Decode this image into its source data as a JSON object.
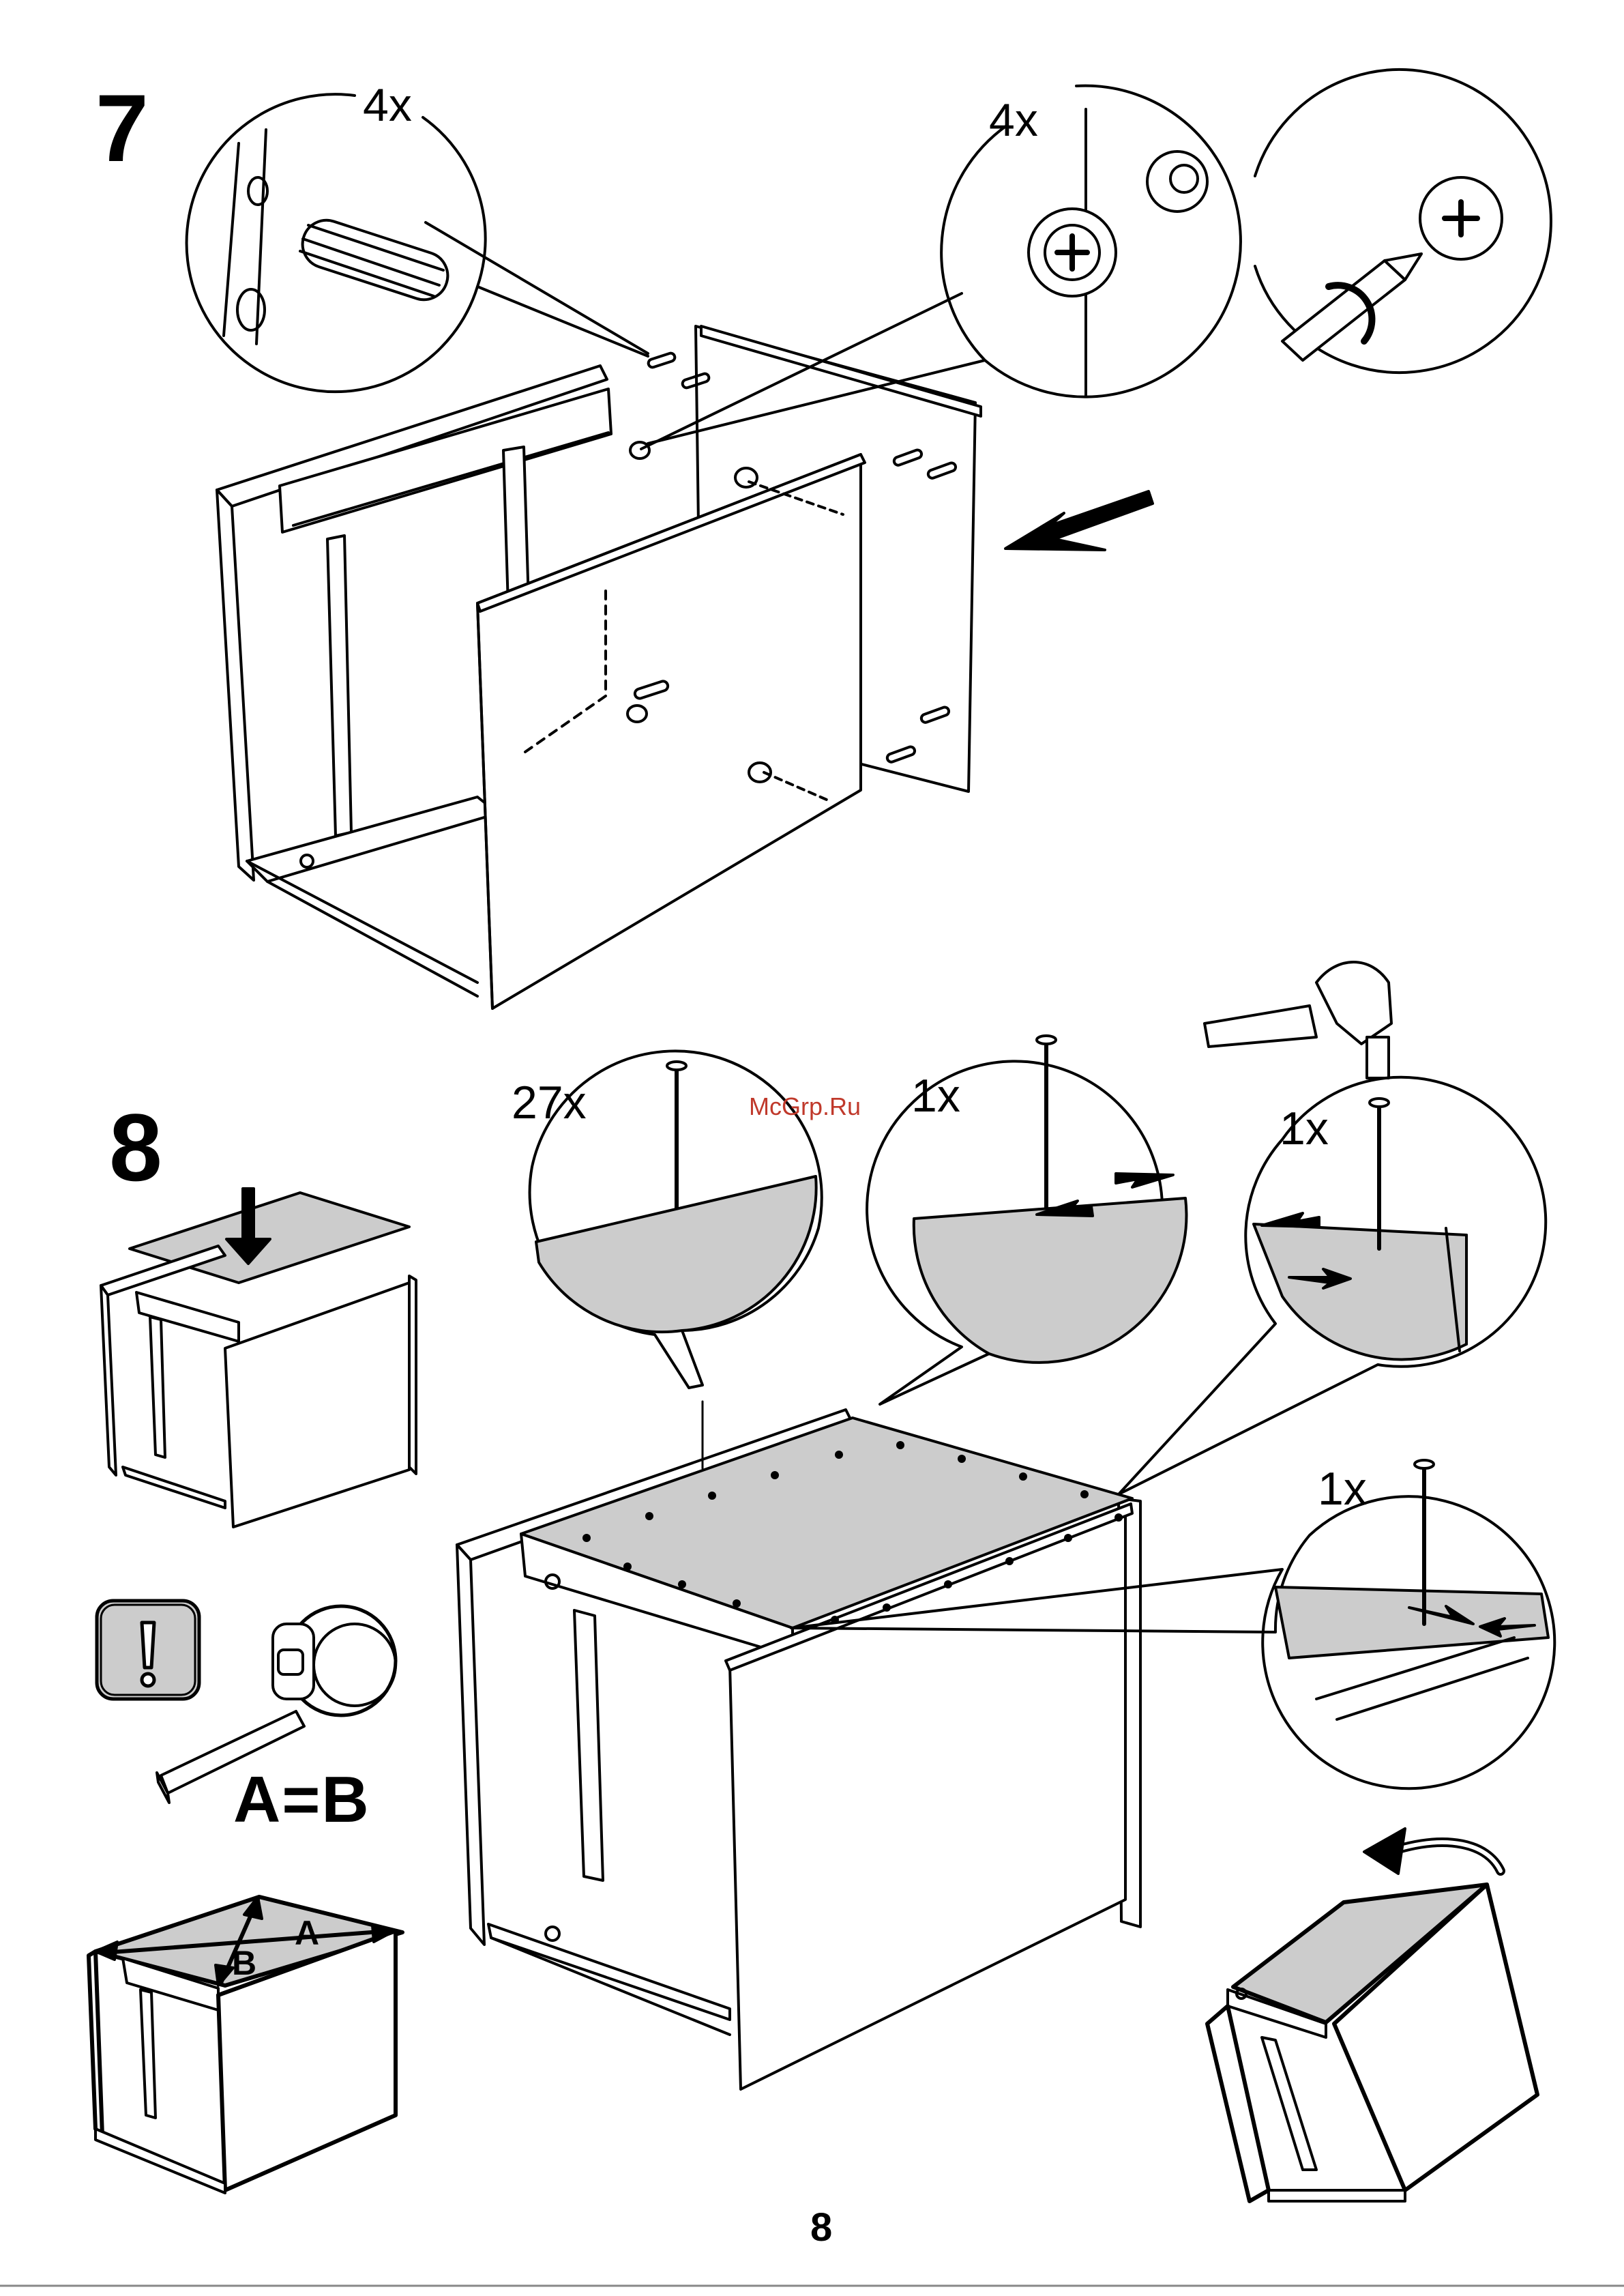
{
  "page": {
    "number": "8",
    "watermark": "McGrp.Ru"
  },
  "step7": {
    "number": "7",
    "callouts": [
      {
        "count": "4x",
        "item": "wooden-dowel"
      },
      {
        "count": "4x",
        "item": "cam-lock"
      }
    ],
    "icons": [
      "dowel-icon",
      "cam-lock-icon",
      "screwdriver-icon",
      "direction-arrow-icon"
    ]
  },
  "step8": {
    "number": "8",
    "callouts": [
      {
        "count": "27x",
        "item": "nail"
      },
      {
        "count": "1x",
        "item": "nail"
      },
      {
        "count": "1x",
        "item": "nail"
      },
      {
        "count": "1x",
        "item": "nail"
      }
    ],
    "check": {
      "formula": "A=B",
      "label_a": "A",
      "label_b": "B"
    },
    "icons": [
      "hammer-icon",
      "warning-icon",
      "tape-measure-icon",
      "rotate-arrow-icon"
    ],
    "colors": {
      "panel_fill": "#cccccc",
      "line": "#000000"
    }
  }
}
